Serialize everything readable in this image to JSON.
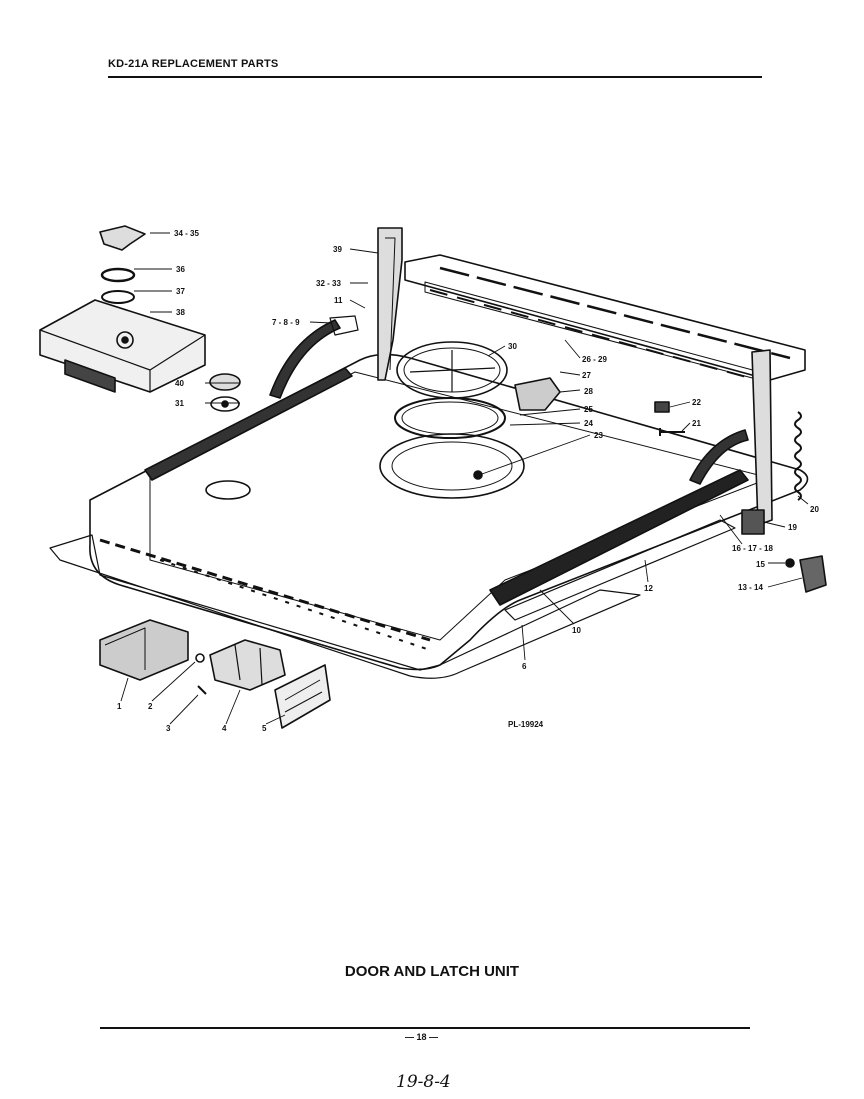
{
  "header": {
    "title": "KD-21A REPLACEMENT PARTS"
  },
  "diagram": {
    "title": "DOOR AND LATCH UNIT",
    "plate_number": "PL-19924",
    "callouts": {
      "c1": "1",
      "c2": "2",
      "c3": "3",
      "c4": "4",
      "c5": "5",
      "c6": "6",
      "c10": "10",
      "c12": "12",
      "c13_14": "13 - 14",
      "c15": "15",
      "c16_18": "16 - 17 - 18",
      "c19": "19",
      "c20": "20",
      "c21": "21",
      "c22": "22",
      "c23": "23",
      "c24": "24",
      "c25": "25",
      "c26_29_a": "26 - 29",
      "c27": "27",
      "c28": "28",
      "c30": "30",
      "c31": "31",
      "c32_33": "32 - 33",
      "c34_35": "34 - 35",
      "c36": "36",
      "c37": "37",
      "c38": "38",
      "c39": "39",
      "c40": "40",
      "c11": "11",
      "c7_9": "7 - 8 - 9"
    }
  },
  "footer": {
    "page_number": "— 18 —",
    "handwritten_note": "19-8-4"
  }
}
